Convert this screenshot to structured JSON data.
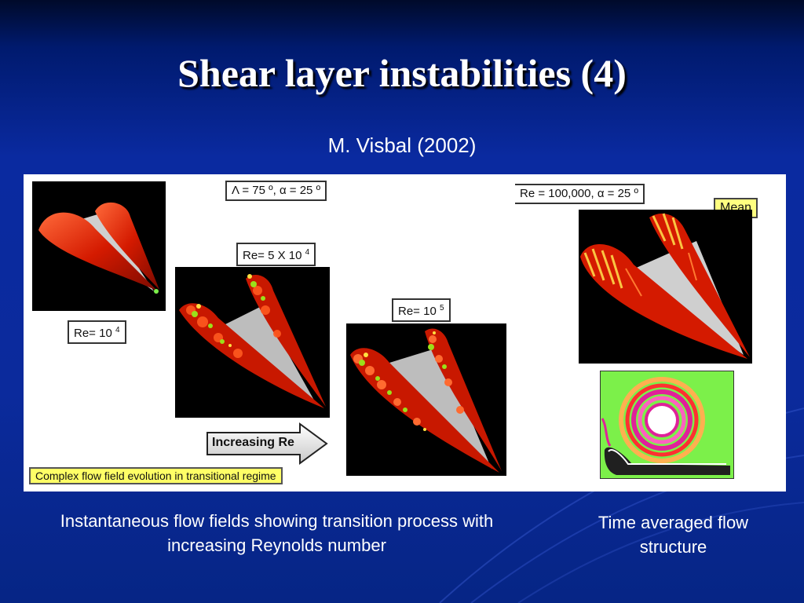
{
  "slide": {
    "title": "Shear layer instabilities (4)",
    "subtitle": "M. Visbal (2002)"
  },
  "figure": {
    "param_label": "Λ = 75 º, α = 25 º",
    "re_low": {
      "text": "Re= 10",
      "exp": "4"
    },
    "re_mid": {
      "text": "Re= 5 X 10",
      "exp": "4"
    },
    "re_high": {
      "text": "Re= 10",
      "exp": "5"
    },
    "arrow_label": "Increasing Re",
    "note": "Complex flow field evolution in transitional regime",
    "right_label": "Re = 100,000, α = 25 º",
    "mean_label": "Mean"
  },
  "captions": {
    "left": "Instantaneous flow fields showing transition process with increasing Reynolds number",
    "right": "Time averaged flow structure"
  },
  "colors": {
    "background": "#0b2a9c",
    "vortex_red": "#d41a00",
    "highlight_yellow": "#ffff66",
    "contour_green": "#7cf04a",
    "contour_magenta": "#e0209a"
  }
}
